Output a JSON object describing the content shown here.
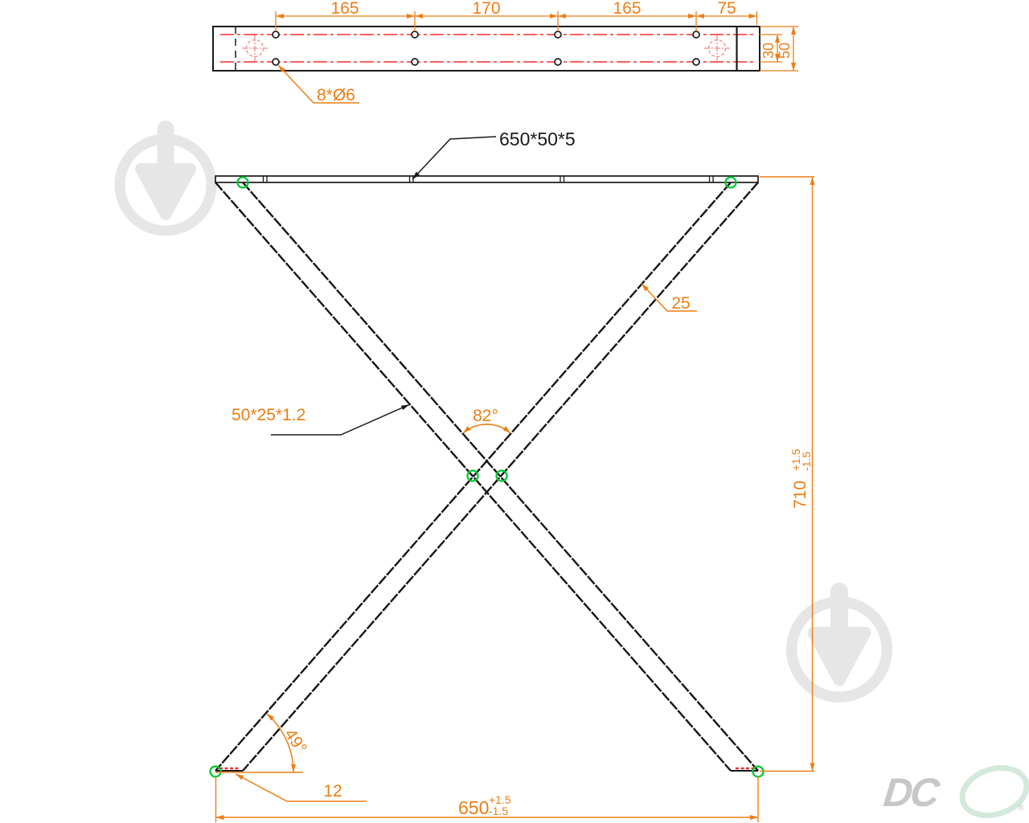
{
  "drawing": {
    "background": "#ffffff",
    "colors": {
      "dimension_orange": "#ED7D14",
      "centerline_red": "#FF2A2A",
      "target_pink": "#F08A8A",
      "node_green": "#00C832",
      "line_black": "#1A1A1A",
      "watermark_gray": "#E6E6E6",
      "logo_gray": "#C7C7C7",
      "logo_green": "#D2E9DB"
    },
    "top_view": {
      "dim_segments": [
        "165",
        "170",
        "165",
        "75"
      ],
      "dim_hole_rows": "30",
      "dim_bar_height": "50",
      "holes_label": "8*Ø6"
    },
    "front_view": {
      "top_plate_label": "650*50*5",
      "leg_width_label": "25",
      "apex_angle_label": "82°",
      "leg_section_label": "50*25*1.2",
      "base_angle_label": "49°",
      "foot_offset_label": "12",
      "height_dim": {
        "value": "710",
        "tol_plus": "+1.5",
        "tol_minus": "-1.5"
      },
      "width_dim": {
        "value": "650",
        "tol_plus": "+1.5",
        "tol_minus": "-1.5"
      }
    },
    "watermark_icon": "ring-trowel-watermark-icon",
    "logo": {
      "text": "DC",
      "registered": "®"
    }
  }
}
